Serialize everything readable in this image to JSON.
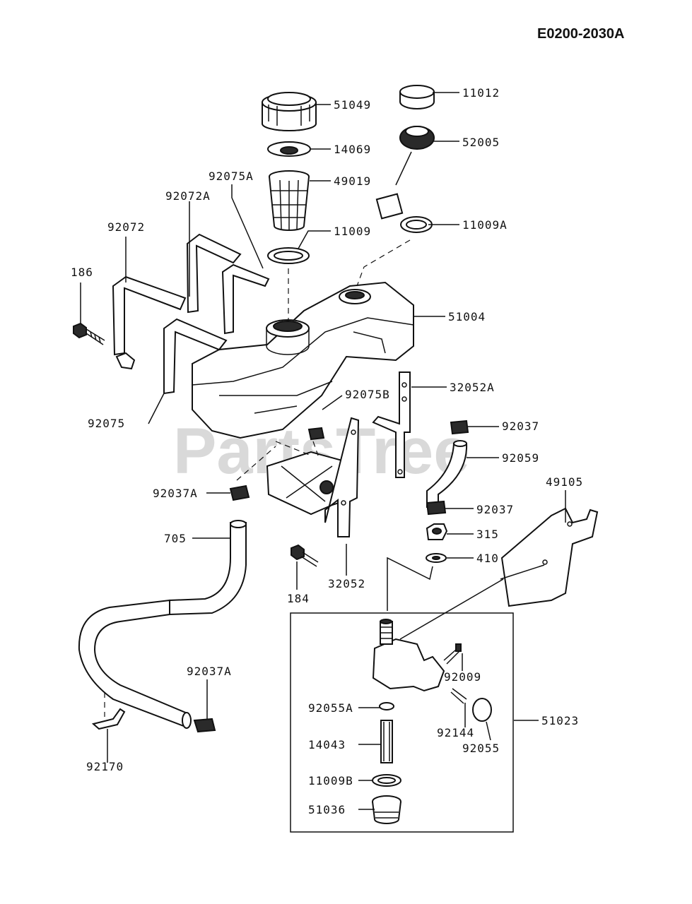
{
  "diagram_code": "E0200-2030A",
  "watermark": "PartsTree",
  "callouts": [
    {
      "id": "c51049",
      "label": "51049"
    },
    {
      "id": "c11012",
      "label": "11012"
    },
    {
      "id": "c14069",
      "label": "14069"
    },
    {
      "id": "c52005",
      "label": "52005"
    },
    {
      "id": "c92075A",
      "label": "92075A"
    },
    {
      "id": "c49019",
      "label": "49019"
    },
    {
      "id": "c92072A",
      "label": "92072A"
    },
    {
      "id": "c92072",
      "label": "92072"
    },
    {
      "id": "c11009",
      "label": "11009"
    },
    {
      "id": "c11009A",
      "label": "11009A"
    },
    {
      "id": "c186",
      "label": "186"
    },
    {
      "id": "c51004",
      "label": "51004"
    },
    {
      "id": "c32052A",
      "label": "32052A"
    },
    {
      "id": "c92075B",
      "label": "92075B"
    },
    {
      "id": "c92075",
      "label": "92075"
    },
    {
      "id": "c92037a",
      "label": "92037"
    },
    {
      "id": "c92059",
      "label": "92059"
    },
    {
      "id": "c49105",
      "label": "49105"
    },
    {
      "id": "c92037A1",
      "label": "92037A"
    },
    {
      "id": "c92037b",
      "label": "92037"
    },
    {
      "id": "c315",
      "label": "315"
    },
    {
      "id": "c705",
      "label": "705"
    },
    {
      "id": "c410",
      "label": "410"
    },
    {
      "id": "c32052",
      "label": "32052"
    },
    {
      "id": "c184",
      "label": "184"
    },
    {
      "id": "c92009",
      "label": "92009"
    },
    {
      "id": "c92037A2",
      "label": "92037A"
    },
    {
      "id": "c92055A",
      "label": "92055A"
    },
    {
      "id": "c51023",
      "label": "51023"
    },
    {
      "id": "c92144",
      "label": "92144"
    },
    {
      "id": "c92055",
      "label": "92055"
    },
    {
      "id": "c14043",
      "label": "14043"
    },
    {
      "id": "c92170",
      "label": "92170"
    },
    {
      "id": "c11009B",
      "label": "11009B"
    },
    {
      "id": "c51036",
      "label": "51036"
    }
  ]
}
